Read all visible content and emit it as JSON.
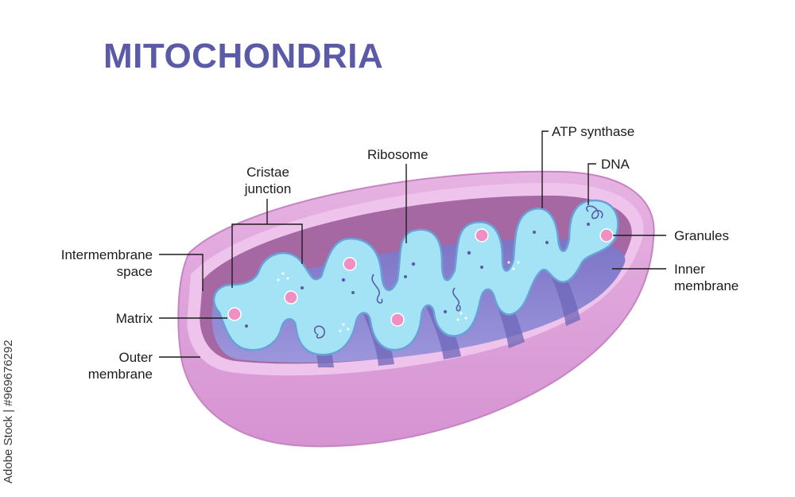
{
  "title": "MITOCHONDRIA",
  "labels": {
    "cristae_junction": [
      "Cristae",
      "junction"
    ],
    "ribosome": "Ribosome",
    "atp_synthase": "ATP synthase",
    "dna": "DNA",
    "granules": "Granules",
    "inner_membrane": [
      "Inner",
      "membrane"
    ],
    "intermembrane_space": [
      "Intermembrane",
      "space"
    ],
    "matrix": "Matrix",
    "outer_membrane": [
      "Outer",
      "membrane"
    ]
  },
  "watermark": "Adobe Stock | #969676292",
  "colors": {
    "title": "#5a5aa6",
    "outer_membrane": "#d99fd6",
    "intermembrane_space": "#a96aa4",
    "cristae": "#8c86cf",
    "matrix": "#9fe0f4",
    "granules": "#f08fc3"
  }
}
